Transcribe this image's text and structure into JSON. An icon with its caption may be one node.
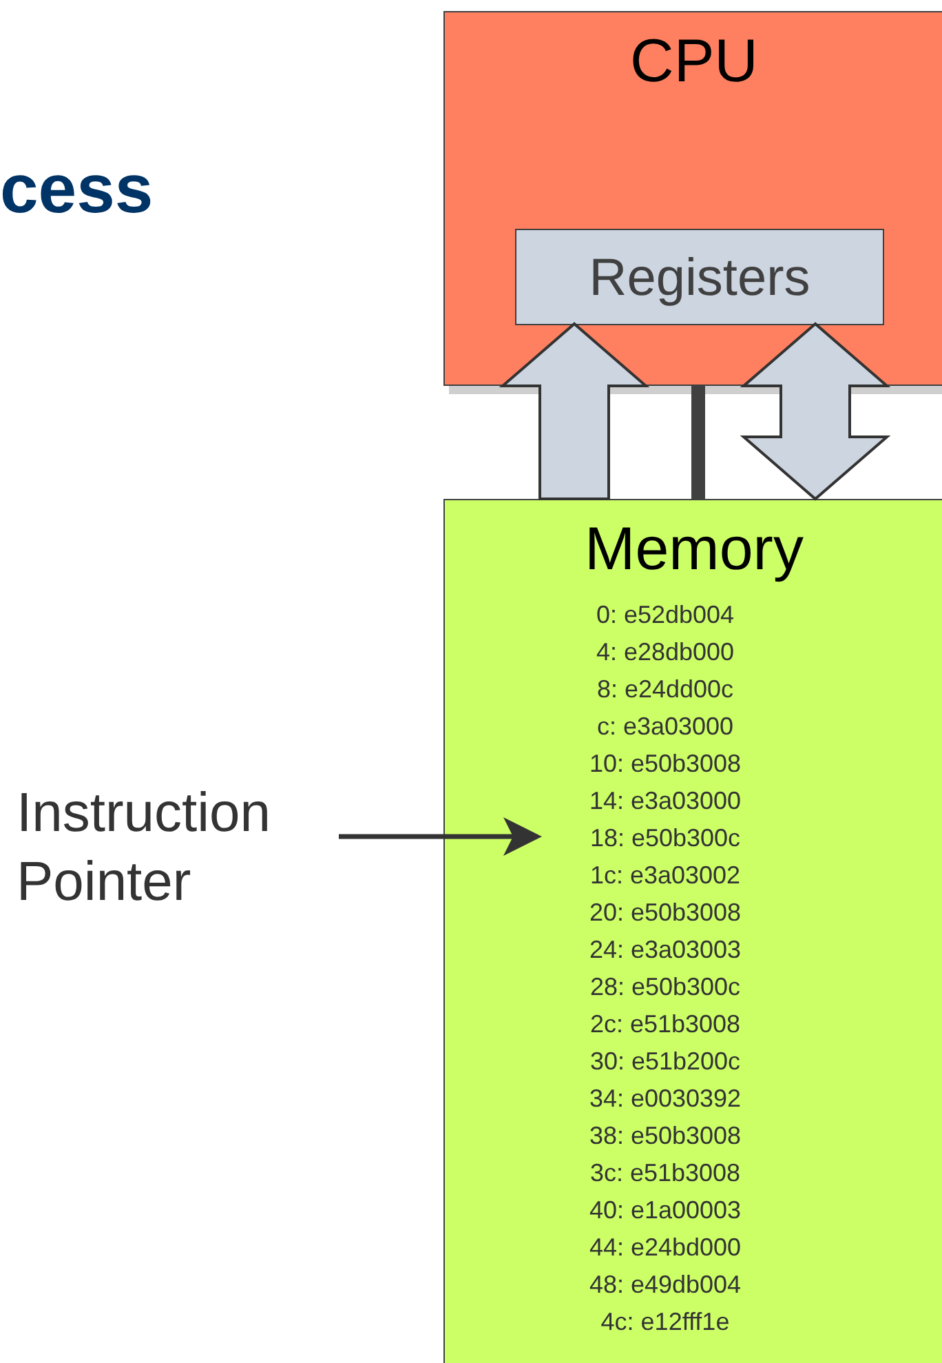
{
  "diagram": {
    "title": "cess",
    "nodes": [
      {
        "text": [
          "CPU"
        ]
      },
      {
        "text": [
          "Registers"
        ],
        "in": 0
      },
      {
        "text": [
          "Memory"
        ]
      },
      {
        "text": [
          "0: e52db004"
        ],
        "in": 2
      },
      {
        "text": [
          "4: e28db000"
        ],
        "in": 2
      },
      {
        "text": [
          "8: e24dd00c"
        ],
        "in": 2
      },
      {
        "text": [
          "c: e3a03000"
        ],
        "in": 2
      },
      {
        "text": [
          "10: e50b3008"
        ],
        "in": 2
      },
      {
        "text": [
          "14: e3a03000"
        ],
        "in": 2
      },
      {
        "text": [
          "18: e50b300c"
        ],
        "in": 2
      },
      {
        "text": [
          "1c: e3a03002"
        ],
        "in": 2
      },
      {
        "text": [
          "20: e50b3008"
        ],
        "in": 2
      },
      {
        "text": [
          "24: e3a03003"
        ],
        "in": 2
      },
      {
        "text": [
          "28: e50b300c"
        ],
        "in": 2
      },
      {
        "text": [
          "2c: e51b3008"
        ],
        "in": 2
      },
      {
        "text": [
          "30: e51b200c"
        ],
        "in": 2
      },
      {
        "text": [
          "34: e0030392"
        ],
        "in": 2
      },
      {
        "text": [
          "38: e50b3008"
        ],
        "in": 2
      },
      {
        "text": [
          "3c: e51b3008"
        ],
        "in": 2
      },
      {
        "text": [
          "40: e1a00003"
        ],
        "in": 2
      },
      {
        "text": [
          "44: e24bd000"
        ],
        "in": 2
      },
      {
        "text": [
          "48: e49db004"
        ],
        "in": 2
      },
      {
        "text": [
          "4c: e12fff1e"
        ],
        "in": 2
      },
      {
        "text": [
          "Instruction Pointer"
        ]
      }
    ],
    "edges": [
      {
        "from": 2,
        "to": 1,
        "arrow": "to"
      },
      {
        "from": 1,
        "to": 2,
        "arrow": "both"
      },
      {
        "from": 0,
        "to": 2,
        "arrow": "none",
        "style": "thick"
      },
      {
        "from": 23,
        "to": 9,
        "arrow": "to"
      }
    ]
  }
}
